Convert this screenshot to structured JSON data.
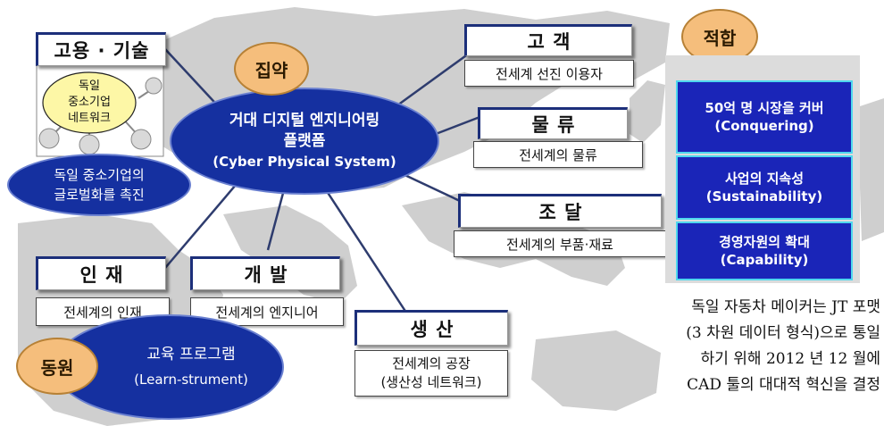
{
  "diagram": {
    "center_platform": {
      "line1": "거대 디지털 엔지니어링",
      "line2": "플랫폼",
      "line3": "(Cyber Physical System)"
    },
    "badges": {
      "concentration": "집약",
      "fit": "적합",
      "mobilization": "동원"
    },
    "employment": {
      "title": "고용 · 기술",
      "network_line1": "독일",
      "network_line2": "중소기업",
      "network_line3": "네트워크"
    },
    "sme_ellipse": {
      "line1": "독일 중소기업의",
      "line2": "글로벌화를 촉진"
    },
    "customer": {
      "title": "고 객",
      "sub": "전세계 선진 이용자"
    },
    "logistics": {
      "title": "물 류",
      "sub": "전세계의 물류"
    },
    "procurement": {
      "title": "조 달",
      "sub": "전세계의 부품·재료"
    },
    "talent": {
      "title": "인 재",
      "sub": "전세계의 인재"
    },
    "development": {
      "title": "개 발",
      "sub": "전세계의 엔지니어"
    },
    "production": {
      "title": "생 산",
      "sub_line1": "전세계의 공장",
      "sub_line2": "(생산성 네트워크)"
    },
    "education": {
      "line1": "교육 프로그램",
      "line2": "(Learn-strument)"
    },
    "fit_items": [
      {
        "line1": "50억 명 시장을 커버",
        "line2": "(Conquering)"
      },
      {
        "line1": "사업의 지속성",
        "line2": "(Sustainability)"
      },
      {
        "line1": "경영자원의 확대",
        "line2": "(Capability)"
      }
    ],
    "caption": [
      "독일 자동차 메이커는 JT 포맷",
      "(3 차원 데이터 형식)으로 통일",
      "하기 위해 2012 년 12 월에",
      "CAD 툴의 대대적 혁신을 결정"
    ],
    "colors": {
      "ellipse_blue": "#1530a0",
      "fit_blue": "#1a25b8",
      "fit_border": "#4fd7ee",
      "badge_gold": "#f5be7c",
      "map_gray": "#c9c9c9",
      "connector": "#2e3c6e"
    }
  }
}
